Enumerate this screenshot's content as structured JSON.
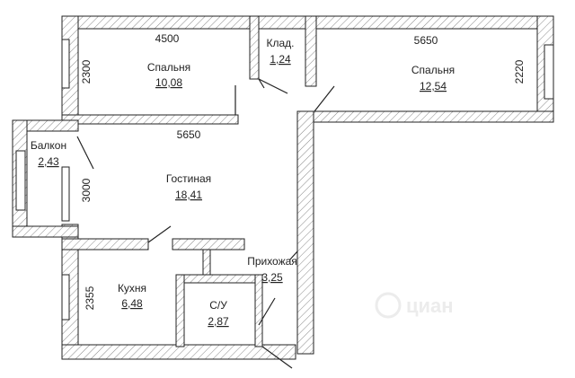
{
  "rooms": {
    "bedroom_left": {
      "name": "Спальня",
      "area": "10,08"
    },
    "closet": {
      "name": "Клад.",
      "area": "1,24"
    },
    "bedroom_right": {
      "name": "Спальня",
      "area": "12,54"
    },
    "balcony": {
      "name": "Балкон",
      "area": "2,43"
    },
    "living": {
      "name": "Гостиная",
      "area": "18,41"
    },
    "hall": {
      "name": "Прихожая",
      "area": "3,25"
    },
    "kitchen": {
      "name": "Кухня",
      "area": "6,48"
    },
    "bathroom": {
      "name": "С/У",
      "area": "2,87"
    }
  },
  "dimensions": {
    "bedroom_left_width": "4500",
    "bedroom_left_depth": "2300",
    "bedroom_right_width": "5650",
    "bedroom_right_depth": "2220",
    "living_width": "5650",
    "living_depth": "3000",
    "kitchen_depth": "2355"
  },
  "watermark": {
    "text": "циан"
  },
  "colors": {
    "wall_line": "#222222",
    "hatch": "#888888",
    "background": "#ffffff"
  }
}
